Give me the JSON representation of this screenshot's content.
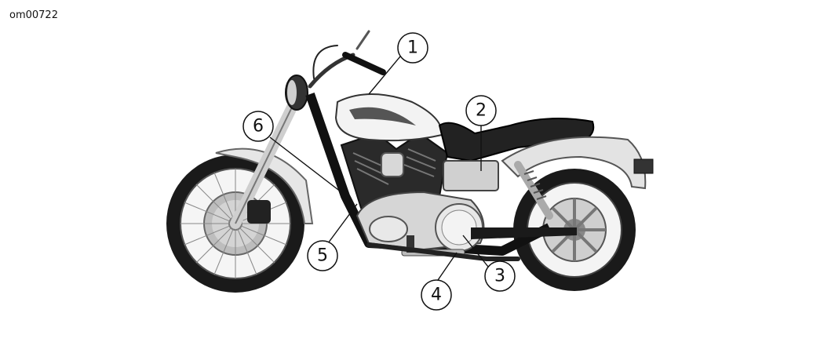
{
  "figure_id": "om00722",
  "subject": "motorcycle-side-view",
  "colors": {
    "ink": "#111111",
    "tire": "#1a1a1a",
    "chrome": "#d9d9d9",
    "paint": "#f2f2f2",
    "seat": "#222222"
  },
  "callouts": [
    {
      "id": "1",
      "label": "1"
    },
    {
      "id": "2",
      "label": "2"
    },
    {
      "id": "3",
      "label": "3"
    },
    {
      "id": "4",
      "label": "4"
    },
    {
      "id": "5",
      "label": "5"
    },
    {
      "id": "6",
      "label": "6"
    }
  ]
}
